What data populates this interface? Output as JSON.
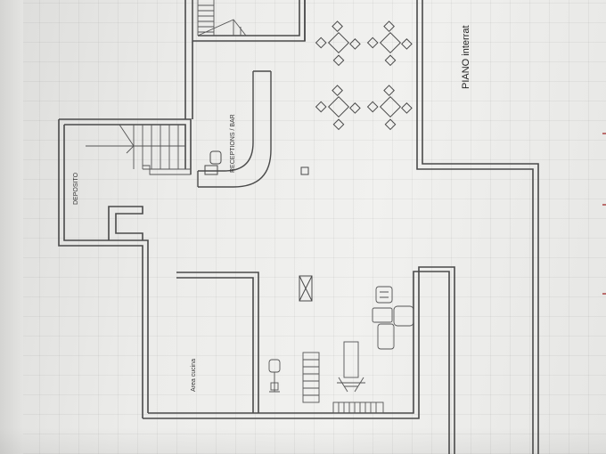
{
  "drawing": {
    "labels": {
      "deposito": "DEPOSITO",
      "reception": "RECEPTIONS / BAR",
      "cucina": "Area cucina",
      "piano": "PIANO interrat"
    }
  },
  "colors": {
    "paper": "#ececea",
    "wall": "#4a4a4a",
    "furniture": "#555555"
  },
  "icons": [
    "table-set-icon",
    "gym-equipment-icon",
    "staircase-icon"
  ]
}
